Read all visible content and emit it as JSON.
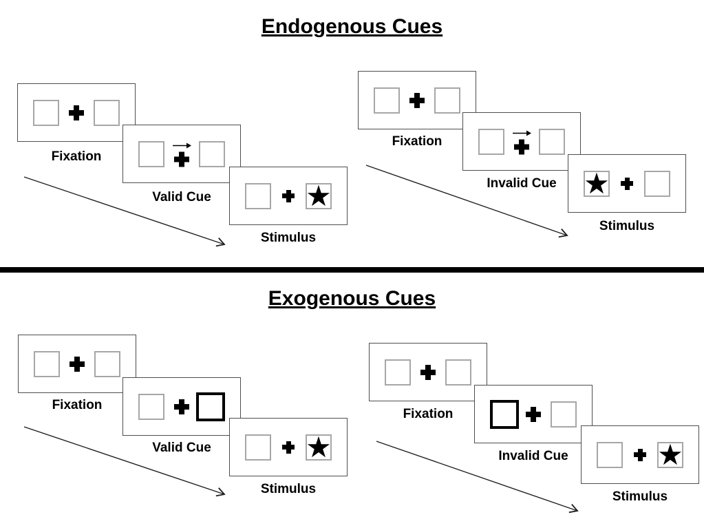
{
  "sections": [
    {
      "id": "endogenous",
      "title": "Endogenous Cues",
      "cue_style": "central-arrow",
      "sequences": [
        {
          "id": "valid",
          "panels": [
            {
              "type": "fixation",
              "label": "Fixation"
            },
            {
              "type": "cue",
              "label": "Valid Cue",
              "cue": "arrow-pointing-right"
            },
            {
              "type": "stimulus",
              "label": "Stimulus",
              "star_side": "right"
            }
          ]
        },
        {
          "id": "invalid",
          "panels": [
            {
              "type": "fixation",
              "label": "Fixation"
            },
            {
              "type": "cue",
              "label": "Invalid Cue",
              "cue": "arrow-pointing-right"
            },
            {
              "type": "stimulus",
              "label": "Stimulus",
              "star_side": "left"
            }
          ]
        }
      ]
    },
    {
      "id": "exogenous",
      "title": "Exogenous Cues",
      "cue_style": "peripheral-box-highlight",
      "sequences": [
        {
          "id": "valid",
          "panels": [
            {
              "type": "fixation",
              "label": "Fixation"
            },
            {
              "type": "cue",
              "label": "Valid Cue",
              "cue": "right-box-highlighted"
            },
            {
              "type": "stimulus",
              "label": "Stimulus",
              "star_side": "right"
            }
          ]
        },
        {
          "id": "invalid",
          "panels": [
            {
              "type": "fixation",
              "label": "Fixation"
            },
            {
              "type": "cue",
              "label": "Invalid Cue",
              "cue": "left-box-highlighted"
            },
            {
              "type": "stimulus",
              "label": "Stimulus",
              "star_side": "right"
            }
          ]
        }
      ]
    }
  ],
  "glyphs": {
    "star": "★"
  },
  "colors": {
    "background": "#ffffff",
    "panel_border": "#4d4d4d",
    "box_border": "#a6a6a6",
    "cue_highlight_border": "#000000",
    "ink": "#000000"
  }
}
